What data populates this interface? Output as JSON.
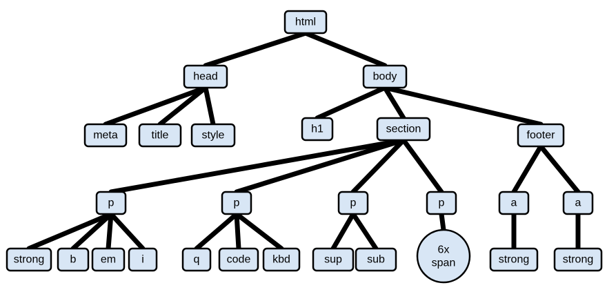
{
  "colors": {
    "node_fill": "#d8e6f5",
    "node_stroke": "#000000",
    "edge": "#000000"
  },
  "tree": {
    "nodes": [
      {
        "id": "html",
        "label": "html"
      },
      {
        "id": "head",
        "label": "head"
      },
      {
        "id": "body",
        "label": "body"
      },
      {
        "id": "meta",
        "label": "meta"
      },
      {
        "id": "title",
        "label": "title"
      },
      {
        "id": "style",
        "label": "style"
      },
      {
        "id": "h1",
        "label": "h1"
      },
      {
        "id": "section",
        "label": "section"
      },
      {
        "id": "footer",
        "label": "footer"
      },
      {
        "id": "p1",
        "label": "p"
      },
      {
        "id": "p2",
        "label": "p"
      },
      {
        "id": "p3",
        "label": "p"
      },
      {
        "id": "p4",
        "label": "p"
      },
      {
        "id": "a1",
        "label": "a"
      },
      {
        "id": "a2",
        "label": "a"
      },
      {
        "id": "strong1",
        "label": "strong"
      },
      {
        "id": "b",
        "label": "b"
      },
      {
        "id": "em",
        "label": "em"
      },
      {
        "id": "i",
        "label": "i"
      },
      {
        "id": "q",
        "label": "q"
      },
      {
        "id": "code",
        "label": "code"
      },
      {
        "id": "kbd",
        "label": "kbd"
      },
      {
        "id": "sup",
        "label": "sup"
      },
      {
        "id": "sub",
        "label": "sub"
      },
      {
        "id": "span",
        "label": "6x",
        "label2": "span"
      },
      {
        "id": "strong2",
        "label": "strong"
      },
      {
        "id": "strong3",
        "label": "strong"
      }
    ],
    "edges": [
      [
        "html",
        "head"
      ],
      [
        "html",
        "body"
      ],
      [
        "head",
        "meta"
      ],
      [
        "head",
        "title"
      ],
      [
        "head",
        "style"
      ],
      [
        "body",
        "h1"
      ],
      [
        "body",
        "section"
      ],
      [
        "body",
        "footer"
      ],
      [
        "section",
        "p1"
      ],
      [
        "section",
        "p2"
      ],
      [
        "section",
        "p3"
      ],
      [
        "section",
        "p4"
      ],
      [
        "footer",
        "a1"
      ],
      [
        "footer",
        "a2"
      ],
      [
        "p1",
        "strong1"
      ],
      [
        "p1",
        "b"
      ],
      [
        "p1",
        "em"
      ],
      [
        "p1",
        "i"
      ],
      [
        "p2",
        "q"
      ],
      [
        "p2",
        "code"
      ],
      [
        "p2",
        "kbd"
      ],
      [
        "p3",
        "sup"
      ],
      [
        "p3",
        "sub"
      ],
      [
        "p4",
        "span"
      ],
      [
        "a1",
        "strong2"
      ],
      [
        "a2",
        "strong3"
      ]
    ]
  }
}
